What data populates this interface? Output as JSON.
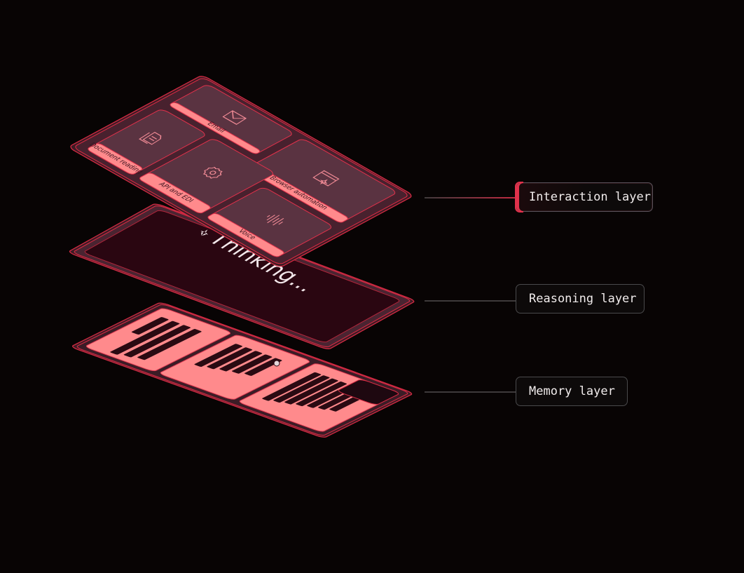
{
  "colors": {
    "background": "#080404",
    "accent": "#e0314b",
    "tile_fill": "#5a3341",
    "strip_fill": "#ff8a8c",
    "reasoning_fill": "#2a0611",
    "memory_fill": "#ff8a8c"
  },
  "layers": [
    {
      "id": "interaction",
      "label": "Interaction layer",
      "active": true
    },
    {
      "id": "reasoning",
      "label": "Reasoning layer",
      "active": false
    },
    {
      "id": "memory",
      "label": "Memory layer",
      "active": false
    }
  ],
  "interaction_tiles": [
    {
      "label": "Email",
      "icon": "envelope-icon"
    },
    {
      "label": "Document reading",
      "icon": "documents-icon"
    },
    {
      "label": "Browser automation",
      "icon": "browser-sparkle-icon"
    },
    {
      "label": "API and EDI",
      "icon": "gear-icon"
    },
    {
      "label": "Voice",
      "icon": "waveform-icon"
    }
  ],
  "reasoning": {
    "text": "Thinking...",
    "icon": "sparkle-icon"
  }
}
